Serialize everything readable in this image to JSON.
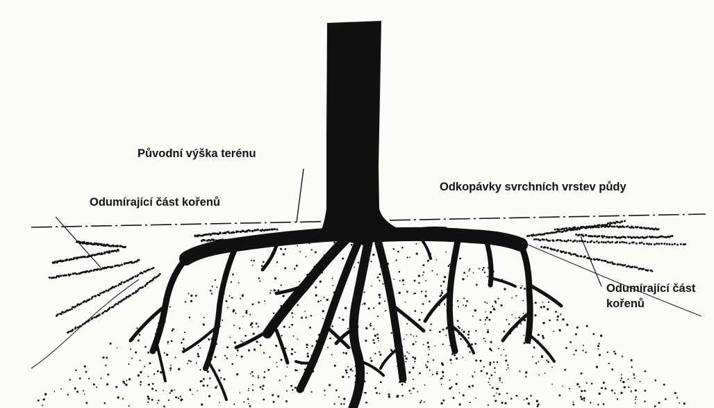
{
  "labels": {
    "original_height": "Původní výška terénu",
    "dying_roots_left": "Odumírající část kořenů",
    "topsoil_excavation": "Odkopávky svrchních vrstev půdy",
    "dying_roots_right_line1": "Odumírající část",
    "dying_roots_right_line2": "kořenů"
  },
  "colors": {
    "ink": "#111111",
    "paper": "#fbfbfa"
  }
}
